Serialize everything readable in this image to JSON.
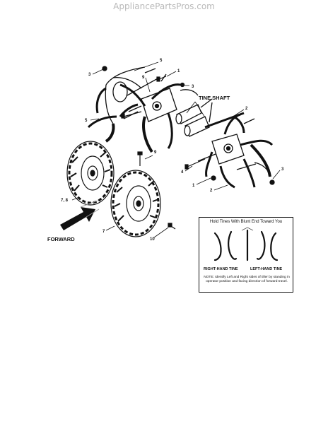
{
  "watermark": "AppliancePartsPros.com",
  "callouts": {
    "tine_shaft": "TINE SHAFT",
    "forward": "FORWARD",
    "n1a": "1",
    "n1b": "1",
    "n2a": "2",
    "n2b": "2",
    "n3a": "3",
    "n3b": "3",
    "n3c": "3",
    "n4": "4",
    "n5a": "5",
    "n5b": "5",
    "n7": "7",
    "n78": "7, 8",
    "n9a": "9",
    "n9b": "9",
    "n10": "10"
  },
  "note_box": {
    "title": "Hold Tines With Blunt End Toward You",
    "right_label": "RIGHT-HAND TINE",
    "left_label": "LEFT-HAND TINE",
    "note": "NOTE: Identify Left and Right sides of tiller by standing in operator position and facing direction of forward travel."
  }
}
